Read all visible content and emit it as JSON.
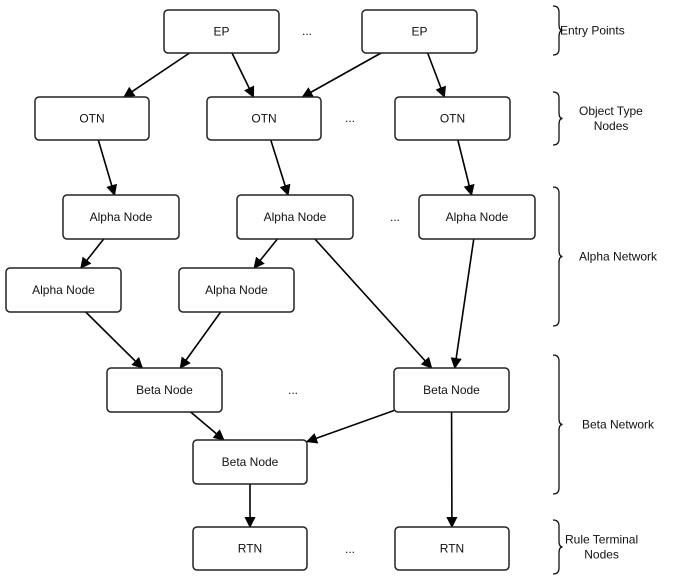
{
  "nodes": [
    {
      "id": "ep1",
      "label": "EP"
    },
    {
      "id": "ep2",
      "label": "EP"
    },
    {
      "id": "otn1",
      "label": "OTN"
    },
    {
      "id": "otn2",
      "label": "OTN"
    },
    {
      "id": "otn3",
      "label": "OTN"
    },
    {
      "id": "alpha1",
      "label": "Alpha Node"
    },
    {
      "id": "alpha2",
      "label": "Alpha Node"
    },
    {
      "id": "alpha3",
      "label": "Alpha Node"
    },
    {
      "id": "alpha4",
      "label": "Alpha Node"
    },
    {
      "id": "alpha5",
      "label": "Alpha Node"
    },
    {
      "id": "beta1",
      "label": "Beta Node"
    },
    {
      "id": "beta2",
      "label": "Beta Node"
    },
    {
      "id": "beta3",
      "label": "Beta Node"
    },
    {
      "id": "rtn1",
      "label": "RTN"
    },
    {
      "id": "rtn2",
      "label": "RTN"
    }
  ],
  "edges": [
    [
      "ep1",
      "otn1"
    ],
    [
      "ep1",
      "otn2"
    ],
    [
      "ep2",
      "otn2"
    ],
    [
      "ep2",
      "otn3"
    ],
    [
      "otn1",
      "alpha1"
    ],
    [
      "otn2",
      "alpha2"
    ],
    [
      "otn3",
      "alpha3"
    ],
    [
      "alpha1",
      "alpha4"
    ],
    [
      "alpha2",
      "alpha5"
    ],
    [
      "alpha2",
      "beta2"
    ],
    [
      "alpha3",
      "beta2"
    ],
    [
      "alpha4",
      "beta1"
    ],
    [
      "alpha5",
      "beta1"
    ],
    [
      "beta1",
      "beta3"
    ],
    [
      "beta2",
      "beta3"
    ],
    [
      "beta3",
      "rtn1"
    ],
    [
      "beta2",
      "rtn2"
    ]
  ],
  "ellipses": [
    "...",
    "...",
    "...",
    "...",
    "..."
  ],
  "groups": [
    {
      "id": "entry",
      "label": "Entry Points"
    },
    {
      "id": "otn",
      "label": "Object Type\nNodes"
    },
    {
      "id": "alpha",
      "label": "Alpha Network"
    },
    {
      "id": "beta",
      "label": "Beta Network"
    },
    {
      "id": "rtn",
      "label": "Rule Terminal\nNodes"
    }
  ]
}
